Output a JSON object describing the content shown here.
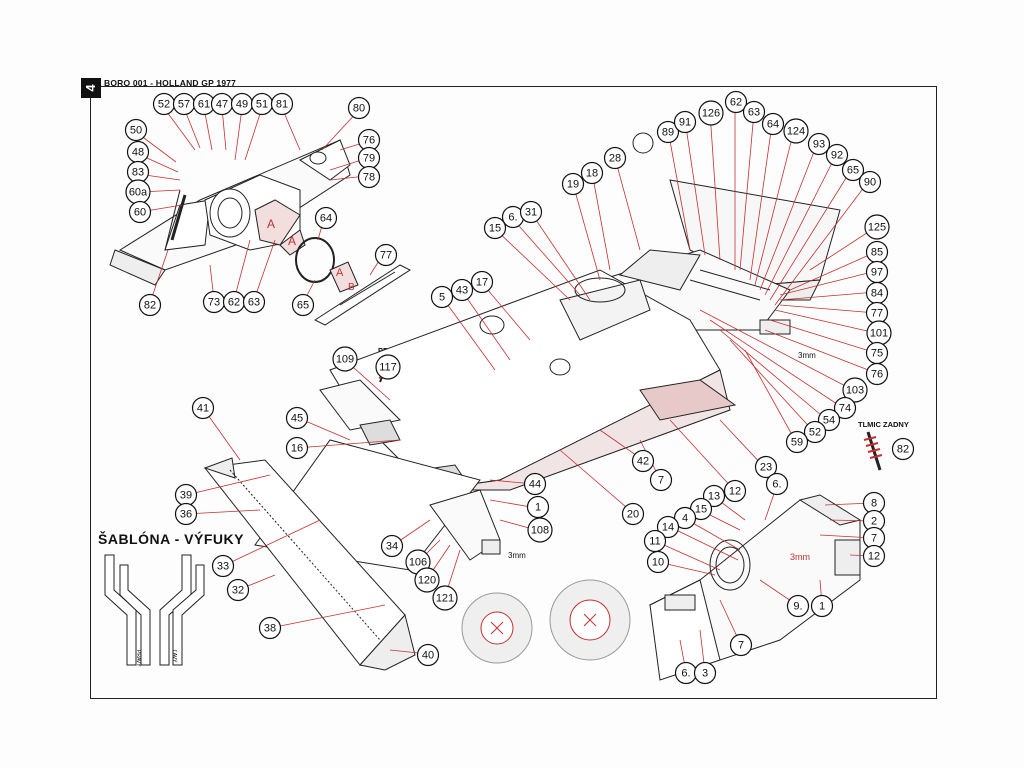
{
  "page": {
    "number": "4",
    "header": "BORO 001 - HOLLAND GP 1977"
  },
  "labels": {
    "front_damper": "PREDNY TLMIC",
    "rear_damper": "TLMIC ZADNY",
    "template_title": "ŠABLÓNA - VÝFUKY",
    "template_left": "PRAVY",
    "template_right": "ĽAVÝ",
    "dim_3mm_a": "3mm",
    "dim_3mm_b": "3mm",
    "letter_a1": "A",
    "letter_a2": "A",
    "letter_a3": "A",
    "letter_b": "B"
  },
  "callouts": [
    {
      "id": "c52a",
      "text": "52"
    },
    {
      "id": "c57",
      "text": "57"
    },
    {
      "id": "c61",
      "text": "61"
    },
    {
      "id": "c47",
      "text": "47"
    },
    {
      "id": "c49",
      "text": "49"
    },
    {
      "id": "c51",
      "text": "51"
    },
    {
      "id": "c81",
      "text": "81"
    },
    {
      "id": "c80",
      "text": "80"
    },
    {
      "id": "c50",
      "text": "50"
    },
    {
      "id": "c76a",
      "text": "76"
    },
    {
      "id": "c48",
      "text": "48"
    },
    {
      "id": "c79",
      "text": "79"
    },
    {
      "id": "c83",
      "text": "83"
    },
    {
      "id": "c78",
      "text": "78"
    },
    {
      "id": "c60a",
      "text": "60a"
    },
    {
      "id": "c60",
      "text": "60"
    },
    {
      "id": "c64",
      "text": "64"
    },
    {
      "id": "c77a",
      "text": "77"
    },
    {
      "id": "c82a",
      "text": "82"
    },
    {
      "id": "c73",
      "text": "73"
    },
    {
      "id": "c62a",
      "text": "62"
    },
    {
      "id": "c63a",
      "text": "63"
    },
    {
      "id": "c65a",
      "text": "65"
    },
    {
      "id": "c89",
      "text": "89"
    },
    {
      "id": "c91",
      "text": "91"
    },
    {
      "id": "c126",
      "text": "126"
    },
    {
      "id": "c62b",
      "text": "62"
    },
    {
      "id": "c63b",
      "text": "63"
    },
    {
      "id": "c64b",
      "text": "64"
    },
    {
      "id": "c124",
      "text": "124"
    },
    {
      "id": "c93",
      "text": "93"
    },
    {
      "id": "c92",
      "text": "92"
    },
    {
      "id": "c65b",
      "text": "65"
    },
    {
      "id": "c90",
      "text": "90"
    },
    {
      "id": "c28",
      "text": "28"
    },
    {
      "id": "c19",
      "text": "19"
    },
    {
      "id": "c18",
      "text": "18"
    },
    {
      "id": "c6a",
      "text": "6."
    },
    {
      "id": "c31",
      "text": "31"
    },
    {
      "id": "c15a",
      "text": "15"
    },
    {
      "id": "c125",
      "text": "125"
    },
    {
      "id": "c85",
      "text": "85"
    },
    {
      "id": "c97",
      "text": "97"
    },
    {
      "id": "c84",
      "text": "84"
    },
    {
      "id": "c77b",
      "text": "77"
    },
    {
      "id": "c101",
      "text": "101"
    },
    {
      "id": "c75",
      "text": "75"
    },
    {
      "id": "c76b",
      "text": "76"
    },
    {
      "id": "c5",
      "text": "5"
    },
    {
      "id": "c43",
      "text": "43"
    },
    {
      "id": "c17",
      "text": "17"
    },
    {
      "id": "c109",
      "text": "109"
    },
    {
      "id": "c117",
      "text": "117"
    },
    {
      "id": "c103",
      "text": "103"
    },
    {
      "id": "c74",
      "text": "74"
    },
    {
      "id": "c54",
      "text": "54"
    },
    {
      "id": "c52b",
      "text": "52"
    },
    {
      "id": "c59",
      "text": "59"
    },
    {
      "id": "c41",
      "text": "41"
    },
    {
      "id": "c45",
      "text": "45"
    },
    {
      "id": "c16",
      "text": "16"
    },
    {
      "id": "c82b",
      "text": "82"
    },
    {
      "id": "c42",
      "text": "42"
    },
    {
      "id": "c7a",
      "text": "7"
    },
    {
      "id": "c23",
      "text": "23"
    },
    {
      "id": "c12a",
      "text": "12"
    },
    {
      "id": "c6b",
      "text": "6."
    },
    {
      "id": "c39",
      "text": "39"
    },
    {
      "id": "c44",
      "text": "44"
    },
    {
      "id": "c1a",
      "text": "1"
    },
    {
      "id": "c20",
      "text": "20"
    },
    {
      "id": "c36",
      "text": "36"
    },
    {
      "id": "c13",
      "text": "13"
    },
    {
      "id": "c8",
      "text": "8"
    },
    {
      "id": "c15b",
      "text": "15"
    },
    {
      "id": "c108",
      "text": "108"
    },
    {
      "id": "c4",
      "text": "4"
    },
    {
      "id": "c2",
      "text": "2"
    },
    {
      "id": "c14",
      "text": "14"
    },
    {
      "id": "c7b",
      "text": "7"
    },
    {
      "id": "c11",
      "text": "11"
    },
    {
      "id": "c12b",
      "text": "12"
    },
    {
      "id": "c34",
      "text": "34"
    },
    {
      "id": "c10",
      "text": "10"
    },
    {
      "id": "c33",
      "text": "33"
    },
    {
      "id": "c106",
      "text": "106"
    },
    {
      "id": "c120",
      "text": "120"
    },
    {
      "id": "c32",
      "text": "32"
    },
    {
      "id": "c121",
      "text": "121"
    },
    {
      "id": "c9",
      "text": "9."
    },
    {
      "id": "c1b",
      "text": "1"
    },
    {
      "id": "c38",
      "text": "38"
    },
    {
      "id": "c7c",
      "text": "7"
    },
    {
      "id": "c40",
      "text": "40"
    },
    {
      "id": "c6c",
      "text": "6."
    },
    {
      "id": "c3",
      "text": "3"
    }
  ]
}
